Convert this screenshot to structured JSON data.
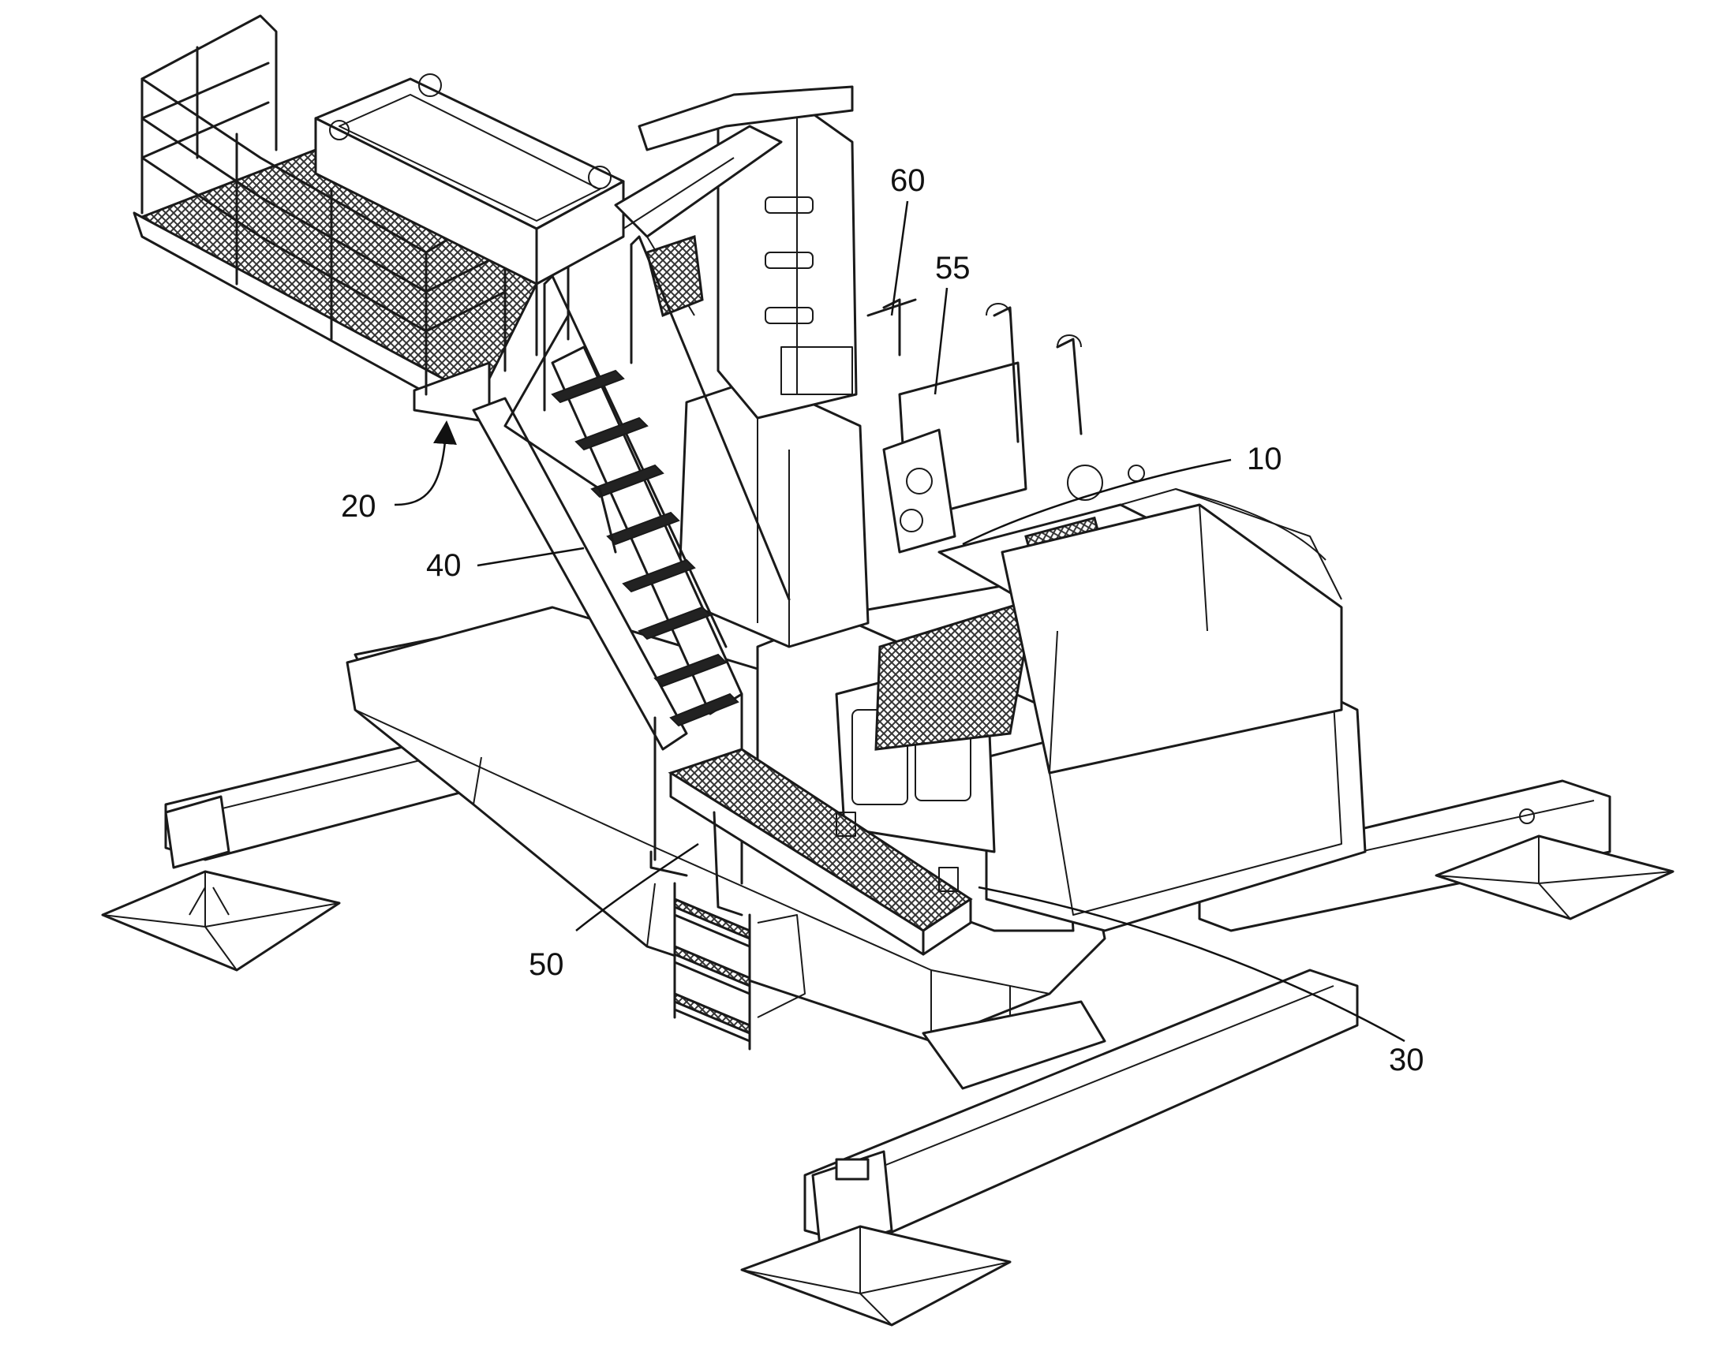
{
  "figure": {
    "reference_numerals": [
      {
        "id": "ref-10",
        "text": "10"
      },
      {
        "id": "ref-20",
        "text": "20"
      },
      {
        "id": "ref-30",
        "text": "30"
      },
      {
        "id": "ref-40",
        "text": "40"
      },
      {
        "id": "ref-50",
        "text": "50"
      },
      {
        "id": "ref-55",
        "text": "55"
      },
      {
        "id": "ref-60",
        "text": "60"
      }
    ]
  },
  "colors": {
    "line": "#1a1a1a",
    "background": "#ffffff"
  }
}
